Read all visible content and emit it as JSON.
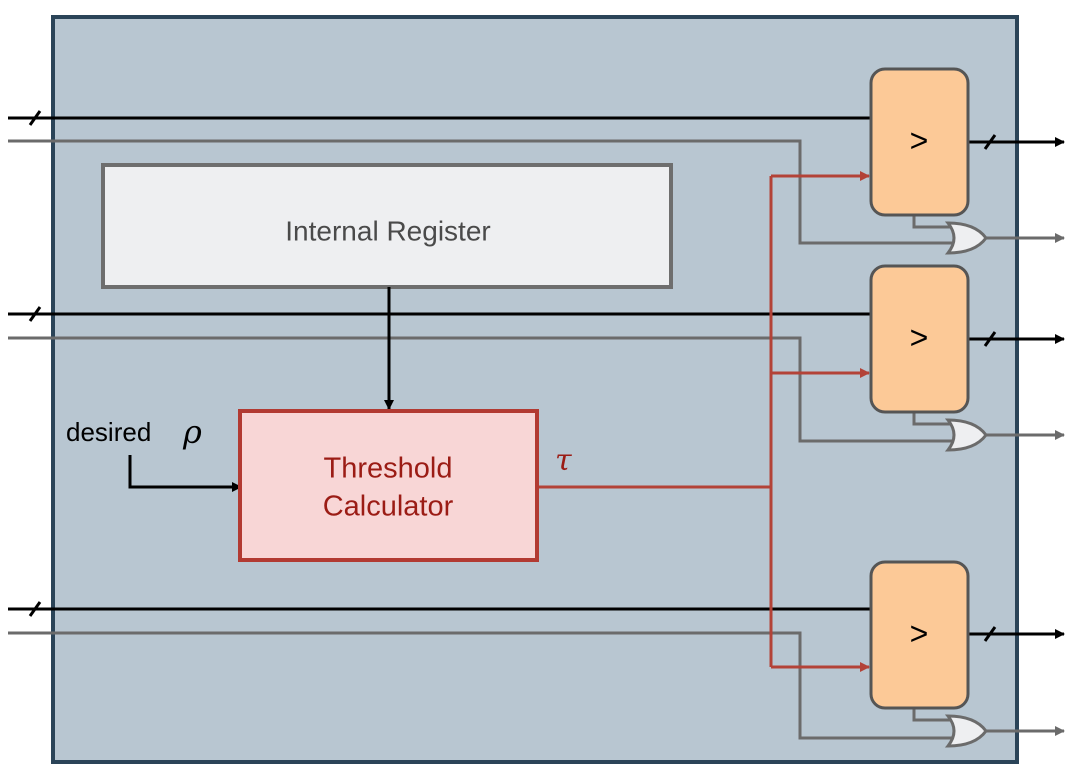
{
  "colors": {
    "panel_fill": "#b8c6d1",
    "panel_border": "#2b4458",
    "register_fill": "#eeeff1",
    "register_border": "#6e6e6e",
    "calc_fill": "#f8d6d6",
    "calc_border": "#b23a32",
    "calc_text": "#9b1c15",
    "tau_wire": "#b34237",
    "comparator_fill": "#fcc997",
    "comparator_border": "#555555",
    "data_wire": "#000000",
    "valid_wire": "#6b6b6b"
  },
  "register": {
    "label": "Internal Register"
  },
  "calculator": {
    "line1": "Threshold",
    "line2": "Calculator"
  },
  "inputs": {
    "desired_label": "desired",
    "rho_symbol": "ρ"
  },
  "tau_symbol": "τ",
  "comparators": [
    {
      "symbol": ">"
    },
    {
      "symbol": ">"
    },
    {
      "symbol": ">"
    }
  ]
}
